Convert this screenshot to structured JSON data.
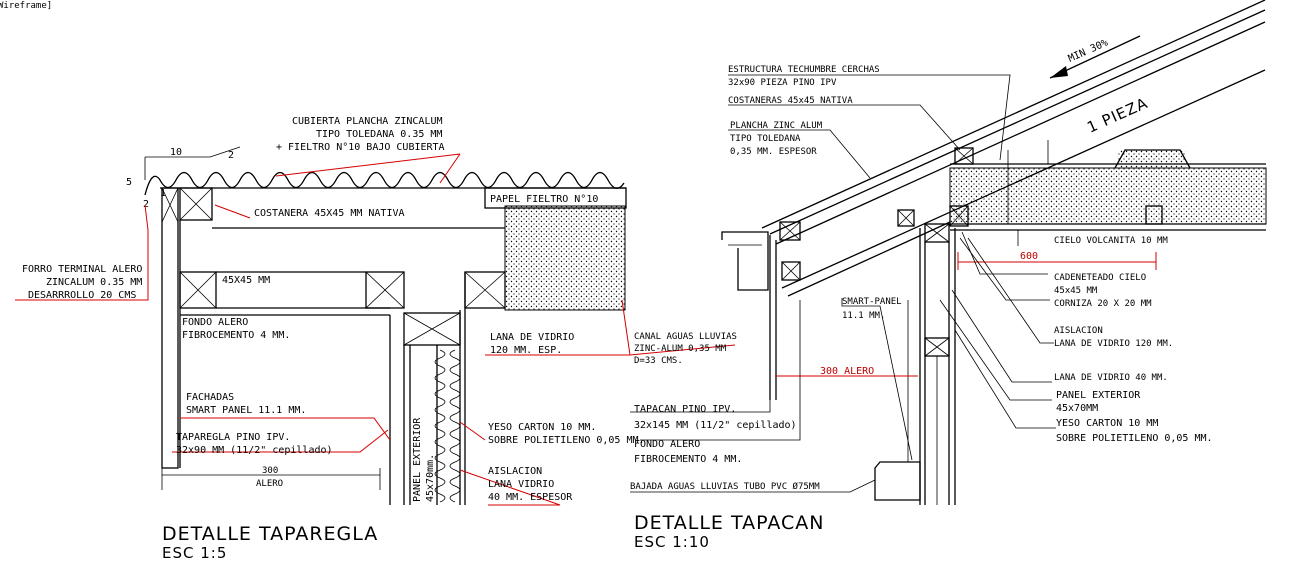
{
  "window_label": "Wireframe]",
  "left_detail": {
    "title": "DETALLE  TAPAREGLA",
    "scale": "ESC 1:5",
    "dims": {
      "d10": "10",
      "d2a": "2",
      "d5": "5",
      "d2b": "2",
      "d300": "300",
      "alero": "ALERO"
    },
    "labels": {
      "cubierta_1": "CUBIERTA PLANCHA ZINCALUM",
      "cubierta_2": "TIPO TOLEDANA 0.35 MM",
      "cubierta_3": "+ FIELTRO N°10 BAJO CUBIERTA",
      "papel": "PAPEL FIELTRO N°10",
      "costanera": "COSTANERA 45X45 MM NATIVA",
      "forro_1": "FORRO TERMINAL ALERO",
      "forro_2": "ZINCALUM 0.35 MM",
      "forro_3": "DESARRROLLO 20 CMS",
      "m45": "45X45 MM",
      "fondo_1": "FONDO ALERO",
      "fondo_2": "FIBROCEMENTO 4 MM.",
      "lana_1": "LANA DE VIDRIO",
      "lana_2": "120 MM. ESP.",
      "fachadas_1": "FACHADAS",
      "fachadas_2": "SMART PANEL 11.1 MM.",
      "tapa_1": "TAPAREGLA PINO IPV.",
      "tapa_2": "32x90 MM (11/2\" cepillado)",
      "yeso_1": "YESO CARTON 10 MM.",
      "yeso_2": "SOBRE POLIETILENO 0,05 MM.",
      "aisl_1": "AISLACION",
      "aisl_2": "LANA VIDRIO",
      "aisl_3": "40 MM. ESPESOR",
      "panel_v1": "PANEL EXTERIOR",
      "panel_v2": "45x70mm."
    }
  },
  "right_detail": {
    "title": "DETALLE  TAPACAN",
    "scale": "ESC 1:10",
    "slope": "MIN 30%",
    "pieza": "1 PIEZA",
    "dims": {
      "d600": "600",
      "alero": "300 ALERO"
    },
    "labels": {
      "estructura_1": "ESTRUCTURA TECHUMBRE CERCHAS",
      "estructura_2": "32x90 PIEZA PINO IPV",
      "costaneras": "COSTANERAS 45x45 NATIVA",
      "plancha_1": "PLANCHA ZINC ALUM",
      "plancha_2": "TIPO TOLEDANA",
      "plancha_3": "0,35 MM. ESPESOR",
      "cielo": "CIELO VOLCANITA 10 MM",
      "cadeneteado_1": "CADENETEADO CIELO",
      "cadeneteado_2": "45x45 MM",
      "corniza": "CORNIZA 20 X 20 MM",
      "smart_1": "SMART-PANEL",
      "smart_2": "11.1 MM.",
      "aislacion_1": "AISLACION",
      "aislacion_2": "LANA DE VIDRIO 120 MM.",
      "canal_1": "CANAL AGUAS LLUVIAS",
      "canal_2": "ZINC-ALUM  0,35 MM",
      "canal_3": "D=33 CMS.",
      "lana40": "LANA DE VIDRIO 40 MM.",
      "panel_1": "PANEL EXTERIOR",
      "panel_2": "45x70MM",
      "yeso_1": "YESO CARTON  10 MM",
      "yeso_2": "SOBRE POLIETILENO 0,05 MM.",
      "tapacan_1": "TAPACAN PINO IPV.",
      "tapacan_2": "32x145 MM (11/2\" cepillado)",
      "fondo_1": "FONDO ALERO",
      "fondo_2": "FIBROCEMENTO 4 MM.",
      "bajada": "BAJADA AGUAS LLUVIAS TUBO PVC Ø75MM"
    }
  }
}
